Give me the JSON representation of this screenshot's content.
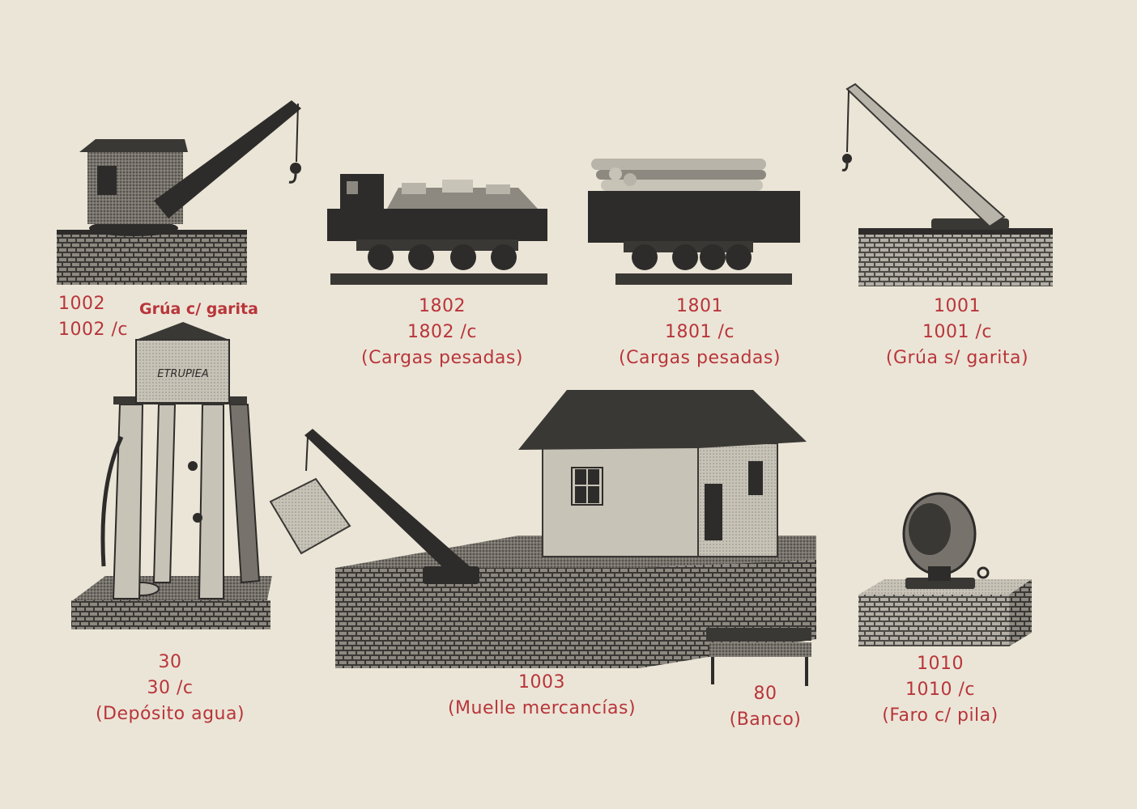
{
  "colors": {
    "background": "#ebe5d7",
    "caption_red": "#b8353a",
    "ink_dark": "#2e2c2a",
    "ink_mid": "#5b5853",
    "ink_light": "#b9b4a9"
  },
  "items": {
    "crane_with_cabin": {
      "line1": "1002",
      "line2": "1002 /c",
      "desc": "Grúa c/ garita",
      "icon": "crane-with-cabin-icon"
    },
    "heavy_wagon_1802": {
      "line1": "1802",
      "line2": "1802 /c",
      "desc": "(Cargas pesadas)",
      "icon": "stone-wagon-icon"
    },
    "heavy_wagon_1801": {
      "line1": "1801",
      "line2": "1801 /c",
      "desc": "(Cargas pesadas)",
      "icon": "log-wagon-icon"
    },
    "crane_no_cabin": {
      "line1": "1001",
      "line2": "1001 /c",
      "desc": "(Grúa s/ garita)",
      "icon": "crane-icon"
    },
    "water_tower": {
      "line1": "30",
      "line2": "30 /c",
      "desc": "(Depósito agua)",
      "icon": "water-tower-icon",
      "tank_text": "ETRUPIEA"
    },
    "goods_dock": {
      "line1": "1003",
      "desc": "(Muelle mercancías)",
      "icon": "goods-dock-icon"
    },
    "bench": {
      "line1": "80",
      "desc": "(Banco)",
      "icon": "bench-icon"
    },
    "lamp": {
      "line1": "1010",
      "line2": "1010 /c",
      "desc": "(Faro c/ pila)",
      "icon": "searchlight-icon"
    }
  }
}
